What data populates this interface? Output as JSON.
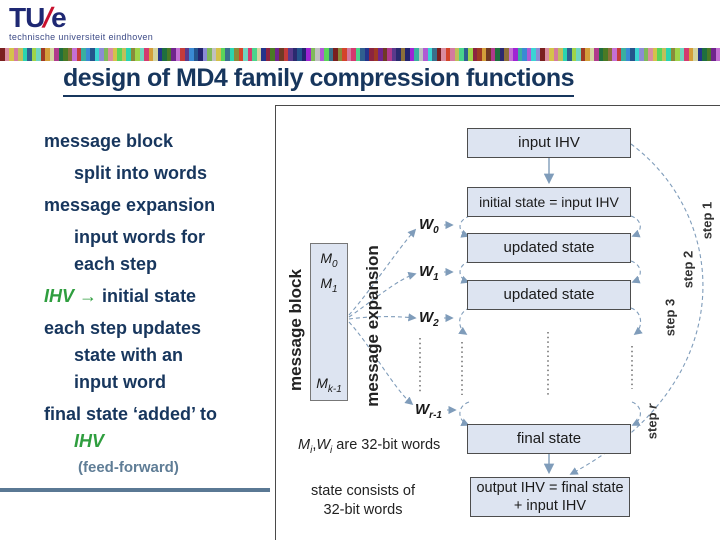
{
  "header": {
    "logo": {
      "tu": "TU",
      "slash": "/",
      "e": "e",
      "subtitle": "technische universiteit eindhoven"
    },
    "flag_colors": [
      "#7a1f1f",
      "#c43b3b",
      "#2f5f8f",
      "#7fba5a",
      "#b03a8c",
      "#8a8a3a",
      "#3ab0a0",
      "#24348c",
      "#d98ca0",
      "#5a3a8c",
      "#9fd44a",
      "#c0c0c0",
      "#1f6f3f",
      "#d4442a",
      "#3a8ad4",
      "#8c2440",
      "#d4c24a",
      "#2a2a6f",
      "#6fd4c0",
      "#b05ad4",
      "#4a7a24",
      "#d47a9f",
      "#24548c",
      "#9f3a24",
      "#5ad45a",
      "#8c6f3a",
      "#d43a6f",
      "#3ad4d4",
      "#6f248c",
      "#bfbf5a",
      "#24246f",
      "#d49f3a",
      "#3a6f8c",
      "#c46fd4",
      "#4ad48c",
      "#8c8cd4",
      "#6f3a24",
      "#2ad4b0",
      "#9f24d4",
      "#d4d4a0"
    ]
  },
  "title": "design of MD4 family compression functions",
  "left_panel": {
    "line1": "message block",
    "line2": "split into words",
    "line3": "message expansion",
    "line4": "input words for",
    "line5": "each step",
    "line6_ihv": "IHV",
    "line6_arrow": "→",
    "line6_rest": "initial state",
    "line7": "each step updates",
    "line8": "state with an",
    "line9": "input word",
    "line10": "final state ‘added’ to",
    "line11_ihv": "IHV",
    "line12_note": "(feed-forward)"
  },
  "diagram": {
    "message_block_label": "message block",
    "message_expansion_label": "message expansion",
    "m_items": [
      {
        "base": "M",
        "sub": "0"
      },
      {
        "base": "M",
        "sub": "1"
      },
      {
        "base": "M",
        "sub": "k-1"
      }
    ],
    "w_items": [
      {
        "base": "W",
        "sub": "0"
      },
      {
        "base": "W",
        "sub": "1"
      },
      {
        "base": "W",
        "sub": "2"
      },
      {
        "base": "W",
        "sub": "r-1"
      }
    ],
    "boxes": {
      "input_ihv": "input IHV",
      "initial_state": "initial state = input IHV",
      "updated_state_1": "updated state",
      "updated_state_2": "updated state",
      "final_state": "final state",
      "output_line1": "output IHV = final state",
      "output_line2": "+ input IHV"
    },
    "steps": {
      "s1": "step 1",
      "s2": "step 2",
      "s3": "step 3",
      "sr_prefix": "step ",
      "sr_r": "r"
    },
    "notes": {
      "w_m": "M",
      "w_mi": "i",
      "w_comma": ",",
      "w_w": "W",
      "w_wi": "i",
      "w_rest": " are 32-bit words",
      "state_line1": "state consists of",
      "state_line2": "32-bit words"
    }
  },
  "colors": {
    "navy": "#17365d",
    "green": "#2f9e3f",
    "feedforward": "#5f7d96",
    "divider": "#5a7894",
    "box_fill": "#dde4f1",
    "box_border": "#4d4d4d",
    "arrow": "#7f9cba",
    "logo_blue": "#1e2873",
    "logo_red": "#c8102e",
    "diagram_text": "#1a1a1a"
  }
}
